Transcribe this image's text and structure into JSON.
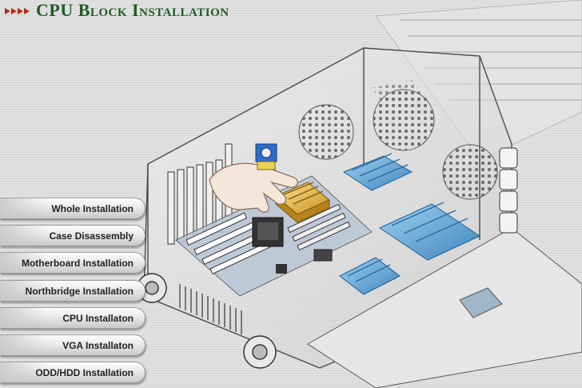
{
  "header": {
    "title": "CPU Block Installation"
  },
  "menu": {
    "items": [
      {
        "label": "Whole Installation"
      },
      {
        "label": "Case Disassembly"
      },
      {
        "label": "Motherboard Installation"
      },
      {
        "label": "Northbridge Installation"
      },
      {
        "label": "CPU Installaton"
      },
      {
        "label": "VGA Installaton"
      },
      {
        "label": "ODD/HDD Installation"
      }
    ]
  },
  "colors": {
    "title": "#1f5a24",
    "arrows": "#b42a18",
    "heatsink_blue": "#5fa8d8",
    "cpu_block_gold": "#e8b83a"
  }
}
